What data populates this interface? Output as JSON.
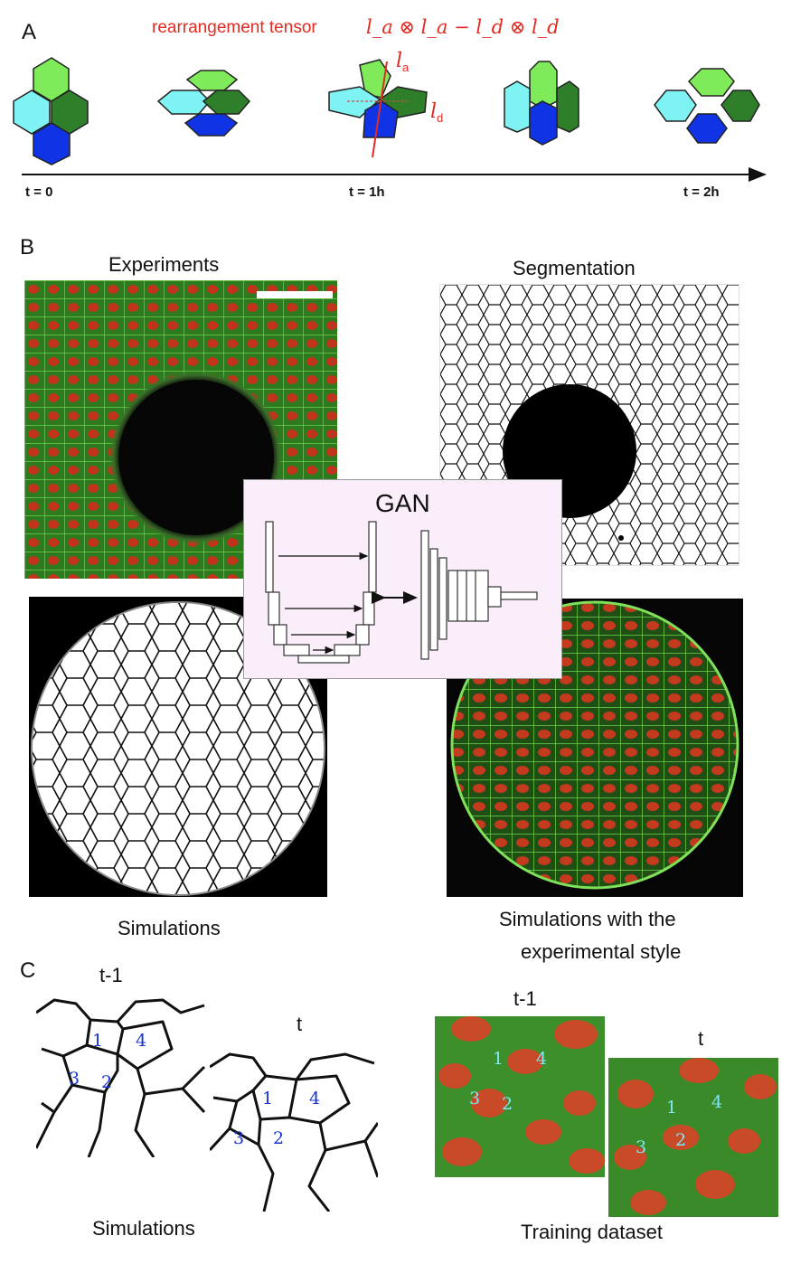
{
  "panel_a": {
    "letter": "A",
    "tensor_label": "rearrangement tensor",
    "tensor_formula": "l_a ⊗ l_a − l_d ⊗ l_d",
    "la_label": "l",
    "la_sub": "a",
    "ld_label": "l",
    "ld_sub": "d",
    "times": [
      "t = 0",
      "t = 1h",
      "t = 2h"
    ],
    "colors": {
      "light_green": "#7fea5a",
      "cyan": "#7ff3f3",
      "dark_green": "#2f7f2a",
      "blue": "#1033e6",
      "tensor_red": "#e32b22"
    }
  },
  "panel_b": {
    "letter": "B",
    "experiments": "Experiments",
    "segmentation": "Segmentation",
    "gan": "GAN",
    "simulations": "Simulations",
    "sim_style_line1": "Simulations with the",
    "sim_style_line2": "experimental style"
  },
  "panel_c": {
    "letter": "C",
    "sim_t1": "t-1",
    "sim_t": "t",
    "train_t1": "t-1",
    "train_t": "t",
    "cell_numbers": [
      "1",
      "2",
      "3",
      "4"
    ],
    "simulations": "Simulations",
    "training": "Training dataset"
  }
}
